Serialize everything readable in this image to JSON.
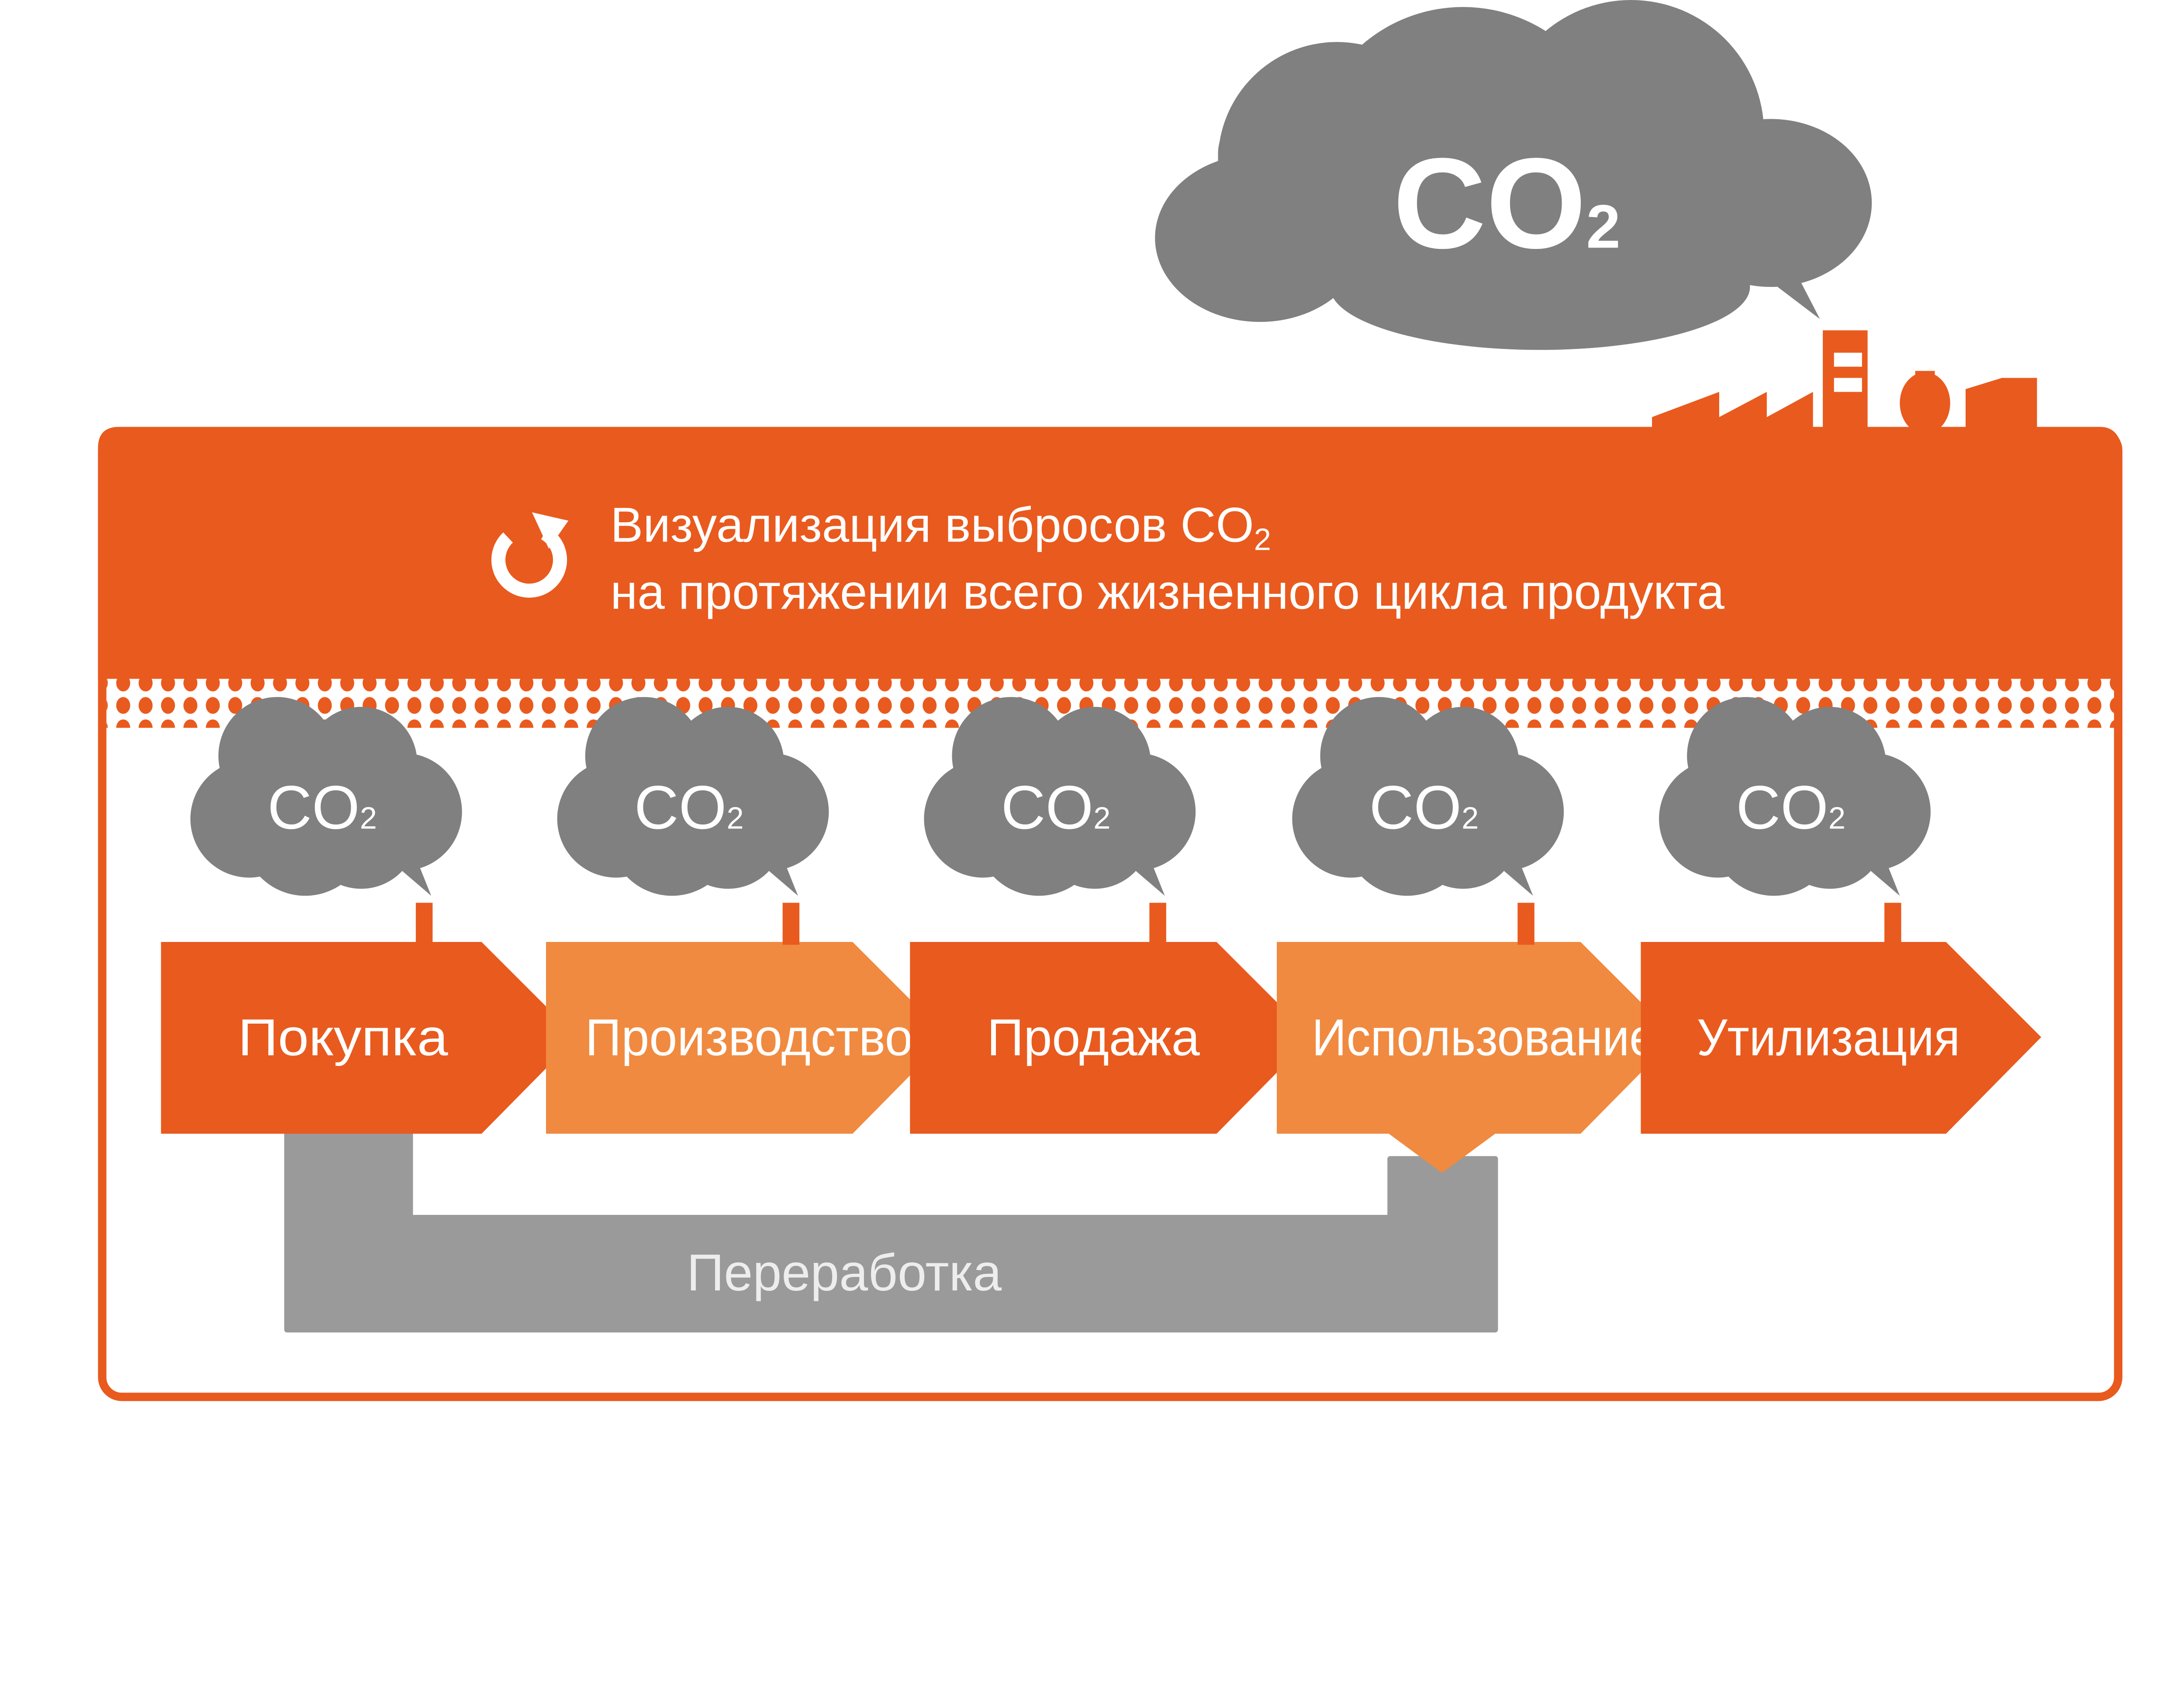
{
  "header": {
    "big_cloud_label": "CO",
    "big_cloud_sub": "2",
    "title_line1": "Визуализация выбросов CO",
    "title_line1_sub": "2",
    "title_line2": "на протяжении всего жизненного цикла продукта"
  },
  "stages": [
    {
      "label": "Покупка",
      "cloud": "CO",
      "sub": "2",
      "color": "#E95A1E"
    },
    {
      "label": "Производство",
      "cloud": "CO",
      "sub": "2",
      "color": "#F08A40"
    },
    {
      "label": "Продажа",
      "cloud": "CO",
      "sub": "2",
      "color": "#E95A1E"
    },
    {
      "label": "Использование",
      "cloud": "CO",
      "sub": "2",
      "color": "#F08A40"
    },
    {
      "label": "Утилизация",
      "cloud": "CO",
      "sub": "2",
      "color": "#E95A1E"
    }
  ],
  "recycle": {
    "label": "Переработка"
  },
  "colors": {
    "accent": "#E95A1E",
    "light_accent": "#F08A40",
    "cloud": "#808080",
    "recycle": "#9A9A9A"
  }
}
